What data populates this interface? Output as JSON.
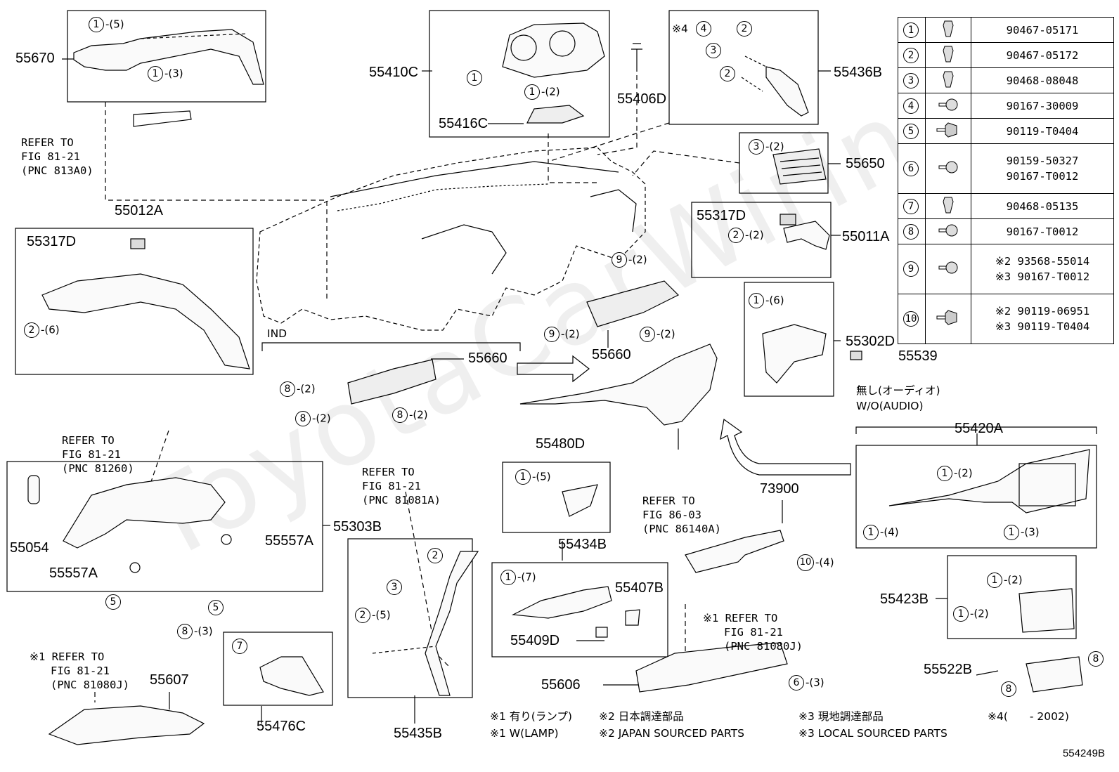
{
  "parts_table": [
    {
      "ref": "1",
      "icon": "clip-icon",
      "rows": [
        "90467-05171"
      ]
    },
    {
      "ref": "2",
      "icon": "clip-icon",
      "rows": [
        "90467-05172"
      ]
    },
    {
      "ref": "3",
      "icon": "clip-icon",
      "rows": [
        "90468-08048"
      ]
    },
    {
      "ref": "4",
      "icon": "screw-icon",
      "rows": [
        "90167-30009"
      ]
    },
    {
      "ref": "5",
      "icon": "bolt-icon",
      "rows": [
        "90119-T0404"
      ]
    },
    {
      "ref": "6",
      "icon": "screw-icon",
      "rows": [
        "90159-50327",
        "90167-T0012"
      ]
    },
    {
      "ref": "7",
      "icon": "clip-icon",
      "rows": [
        "90468-05135"
      ]
    },
    {
      "ref": "8",
      "icon": "screw-icon",
      "rows": [
        "90167-T0012"
      ]
    },
    {
      "ref": "9",
      "icon": "screw-icon",
      "rows": [
        "※2 93568-55014",
        "※3 90167-T0012"
      ]
    },
    {
      "ref": "10",
      "icon": "bolt-icon",
      "rows": [
        "※2 90119-06951",
        "※3 90119-T0404"
      ]
    }
  ],
  "part_labels": {
    "p55670": "55670",
    "p55410C": "55410C",
    "p55406D": "55406D",
    "p55416C": "55416C",
    "p55436B": "55436B",
    "p55650": "55650",
    "p55012A": "55012A",
    "p55317D_a": "55317D",
    "p55317D_b": "55317D",
    "p55011A": "55011A",
    "p55660_a": "55660",
    "p55660_b": "55660",
    "p55302D": "55302D",
    "p55539": "55539",
    "p55420A": "55420A",
    "p55480D": "55480D",
    "p73900": "73900",
    "p55303B": "55303B",
    "p55054": "55054",
    "p55557A_a": "55557A",
    "p55557A_b": "55557A",
    "p55434B": "55434B",
    "p55407B": "55407B",
    "p55409D": "55409D",
    "p55423B": "55423B",
    "p55522B": "55522B",
    "p55606": "55606",
    "p55607": "55607",
    "p55476C": "55476C",
    "p55435B": "55435B",
    "ind": "IND"
  },
  "references": {
    "r1": [
      "REFER TO",
      "FIG 81-21",
      "(PNC 813A0)"
    ],
    "r2": [
      "REFER TO",
      "FIG 81-21",
      "(PNC 81260)"
    ],
    "r3": [
      "REFER TO",
      "FIG 81-21",
      "(PNC 81081A)"
    ],
    "r4": [
      "REFER TO",
      "FIG 86-03",
      "(PNC 86140A)"
    ],
    "r5": [
      "※1 REFER TO",
      "FIG 81-21",
      "(PNC 81080J)"
    ],
    "r6": [
      "※1 REFER TO",
      "FIG 81-21",
      "(PNC 81080J)"
    ]
  },
  "audio_note": [
    "無し(オーディオ)",
    "W/O(AUDIO)"
  ],
  "callouts": {
    "c1": {
      "n": "1",
      "q": "-(5)"
    },
    "c2": {
      "n": "1",
      "q": "-(3)"
    },
    "c3": {
      "n": "1",
      "q": ""
    },
    "c4": {
      "n": "1",
      "q": "-(2)"
    },
    "c5a": {
      "n": "4",
      "q": ""
    },
    "c5b": {
      "n": "2",
      "q": ""
    },
    "c5c": {
      "n": "3",
      "q": ""
    },
    "c5d": {
      "n": "2",
      "q": ""
    },
    "c6": {
      "n": "3",
      "q": "-(2)"
    },
    "c7": {
      "n": "2",
      "q": "-(6)"
    },
    "c8": {
      "n": "2",
      "q": "-(2)"
    },
    "c9a": {
      "n": "9",
      "q": "-(2)"
    },
    "c9b": {
      "n": "9",
      "q": "-(2)"
    },
    "c9c": {
      "n": "9",
      "q": "-(2)"
    },
    "c10": {
      "n": "1",
      "q": "-(6)"
    },
    "c11a": {
      "n": "8",
      "q": "-(2)"
    },
    "c11b": {
      "n": "8",
      "q": "-(2)"
    },
    "c11c": {
      "n": "8",
      "q": "-(2)"
    },
    "c12": {
      "n": "1",
      "q": "-(5)"
    },
    "c13a": {
      "n": "1",
      "q": "-(2)"
    },
    "c13b": {
      "n": "1",
      "q": "-(4)"
    },
    "c13c": {
      "n": "1",
      "q": "-(3)"
    },
    "c14": {
      "n": "10",
      "q": "-(4)"
    },
    "c15a": {
      "n": "5",
      "q": ""
    },
    "c15b": {
      "n": "5",
      "q": ""
    },
    "c16": {
      "n": "8",
      "q": "-(3)"
    },
    "c17a": {
      "n": "2",
      "q": ""
    },
    "c17b": {
      "n": "3",
      "q": ""
    },
    "c17c": {
      "n": "2",
      "q": "-(5)"
    },
    "c18": {
      "n": "1",
      "q": "-(7)"
    },
    "c19": {
      "n": "7",
      "q": ""
    },
    "c20a": {
      "n": "1",
      "q": "-(2)"
    },
    "c20b": {
      "n": "1",
      "q": "-(2)"
    },
    "c21a": {
      "n": "8",
      "q": ""
    },
    "c21b": {
      "n": "8",
      "q": ""
    },
    "c22": {
      "n": "6",
      "q": "-(3)"
    }
  },
  "star4": "※4",
  "legend_notes": {
    "n1a": "※1 有り(ランプ)",
    "n1b": "※1 W(LAMP)",
    "n2a": "※2 日本調達部品",
    "n2b": "※2 JAPAN SOURCED PARTS",
    "n3a": "※3 現地調達部品",
    "n3b": "※3 LOCAL SOURCED PARTS",
    "n4a": "※4(　　- 2002)"
  },
  "figure_code": "554249B",
  "watermark": "ToyotaCarWiring"
}
